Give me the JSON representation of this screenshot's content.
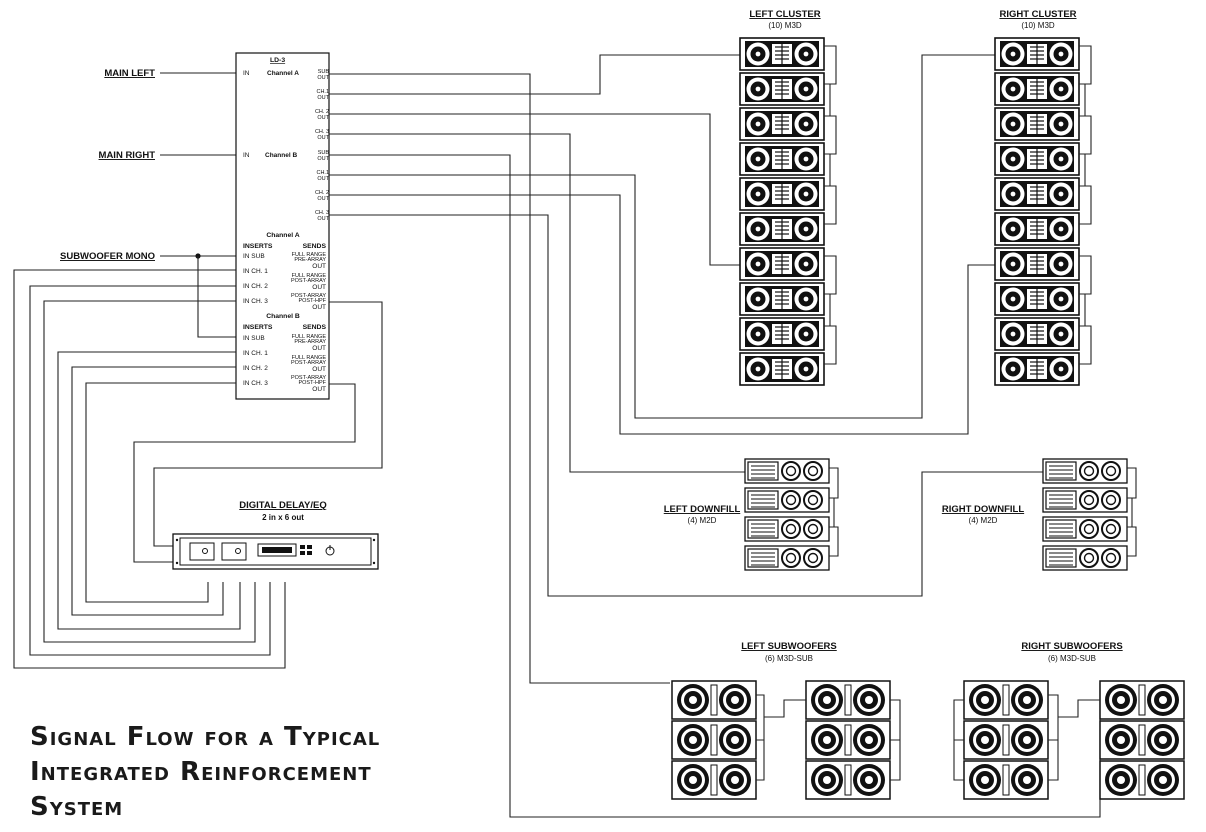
{
  "inputs": {
    "main_left": "MAIN LEFT",
    "main_right": "MAIN RIGHT",
    "subwoofer_mono": "SUBWOOFER MONO"
  },
  "processor": {
    "name": "LD-3",
    "in_label": "IN",
    "channel_a": "Channel A",
    "channel_b": "Channel B",
    "outputs": {
      "sub": [
        "SUB",
        "OUT"
      ],
      "ch1": [
        "CH.1",
        "OUT"
      ],
      "ch2": [
        "CH. 2",
        "OUT"
      ],
      "ch3": [
        "CH. 3",
        "OUT"
      ]
    },
    "inserts": "INSERTS",
    "sends": "SENDS",
    "insert_rows": [
      "IN SUB",
      "IN CH. 1",
      "IN CH. 2",
      "IN CH. 3"
    ],
    "send_rows": [
      {
        "top": "FULL RANGE",
        "mid": "PRE-ARRAY",
        "out": "OUT"
      },
      {
        "top": "FULL RANGE",
        "mid": "POST-ARRAY",
        "out": "OUT"
      },
      {
        "top": "POST-ARRAY",
        "mid": "POST-HPF",
        "out": "OUT"
      }
    ]
  },
  "delay": {
    "title": "DIGITAL DELAY/EQ",
    "subtitle": "2 in x 6 out"
  },
  "clusters": {
    "left": {
      "title": "LEFT CLUSTER",
      "subtitle": "(10) M3D"
    },
    "right": {
      "title": "RIGHT CLUSTER",
      "subtitle": "(10) M3D"
    }
  },
  "downfills": {
    "left": {
      "title": "LEFT DOWNFILL",
      "subtitle": "(4) M2D"
    },
    "right": {
      "title": "RIGHT DOWNFILL",
      "subtitle": "(4) M2D"
    }
  },
  "subwoofers": {
    "left": {
      "title": "LEFT SUBWOOFERS",
      "subtitle": "(6) M3D-SUB"
    },
    "right": {
      "title": "RIGHT SUBWOOFERS",
      "subtitle": "(6) M3D-SUB"
    }
  },
  "title": [
    "Signal Flow for a Typical",
    "Integrated Reinforcement",
    "System"
  ],
  "colors": {
    "line": "#222222",
    "background": "#ffffff"
  }
}
